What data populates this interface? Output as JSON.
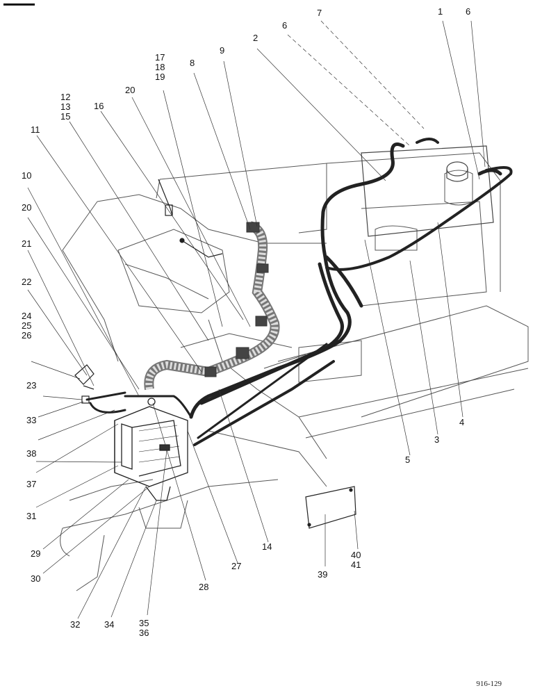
{
  "figure": {
    "reference": "916-129"
  },
  "callouts": [
    {
      "id": "c1",
      "text": "1"
    },
    {
      "id": "c6a",
      "text": "6"
    },
    {
      "id": "c7",
      "text": "7"
    },
    {
      "id": "c6b",
      "text": "6"
    },
    {
      "id": "c2",
      "text": "2"
    },
    {
      "id": "c9",
      "text": "9"
    },
    {
      "id": "c8",
      "text": "8"
    },
    {
      "id": "c17",
      "text": "17\n18\n19"
    },
    {
      "id": "c20a",
      "text": "20"
    },
    {
      "id": "c16",
      "text": "16"
    },
    {
      "id": "c12",
      "text": "12\n13\n15"
    },
    {
      "id": "c11",
      "text": "11"
    },
    {
      "id": "c10",
      "text": "10"
    },
    {
      "id": "c20b",
      "text": "20"
    },
    {
      "id": "c21",
      "text": "21"
    },
    {
      "id": "c22",
      "text": "22"
    },
    {
      "id": "c24",
      "text": "24\n25\n26"
    },
    {
      "id": "c23",
      "text": "23"
    },
    {
      "id": "c33",
      "text": "33"
    },
    {
      "id": "c38",
      "text": "38"
    },
    {
      "id": "c37",
      "text": "37"
    },
    {
      "id": "c31",
      "text": "31"
    },
    {
      "id": "c29",
      "text": "29"
    },
    {
      "id": "c30",
      "text": "30"
    },
    {
      "id": "c32",
      "text": "32"
    },
    {
      "id": "c34",
      "text": "34"
    },
    {
      "id": "c35",
      "text": "35\n36"
    },
    {
      "id": "c28",
      "text": "28"
    },
    {
      "id": "c27",
      "text": "27"
    },
    {
      "id": "c14",
      "text": "14"
    },
    {
      "id": "c39",
      "text": "39"
    },
    {
      "id": "c40",
      "text": "40\n41"
    },
    {
      "id": "c5",
      "text": "5"
    },
    {
      "id": "c3",
      "text": "3"
    },
    {
      "id": "c4",
      "text": "4"
    }
  ],
  "colors": {
    "ink": "#111111",
    "hose": "#222222",
    "frame": "#555555"
  }
}
